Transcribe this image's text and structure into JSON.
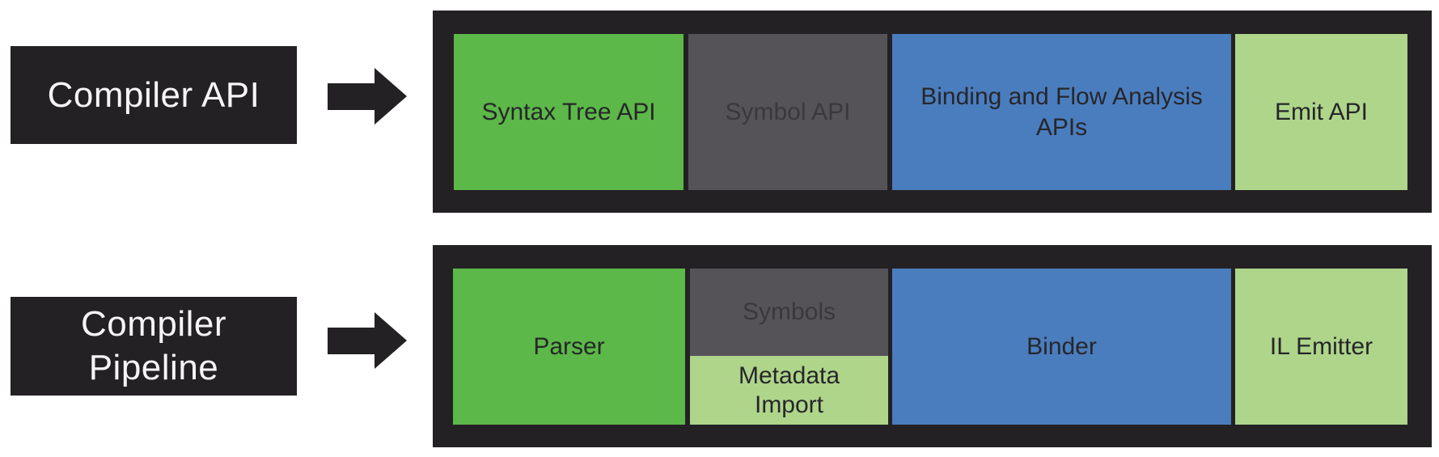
{
  "colors": {
    "dark": "#242124",
    "green": "#5CB848",
    "gray": "#565358",
    "blue": "#4A7DBE",
    "light_green": "#AED58A",
    "text_dark": "#26262A",
    "text_on_gray": "#3A383D",
    "label_text": "#F5F5F5",
    "background": "#FFFFFF"
  },
  "icons": {
    "arrow": "right-block-arrow-icon"
  },
  "rows": [
    {
      "label": "Compiler API",
      "boxes": [
        {
          "label": "Syntax Tree API",
          "color": "green"
        },
        {
          "label": "Symbol API",
          "color": "gray"
        },
        {
          "label": "Binding and Flow Analysis\nAPIs",
          "color": "blue"
        },
        {
          "label": "Emit API",
          "color": "light_green"
        }
      ]
    },
    {
      "label": "Compiler\nPipeline",
      "boxes": [
        {
          "label": "Parser",
          "color": "green"
        },
        {
          "label": "Symbols",
          "color": "gray"
        },
        {
          "label": "Metadata\nImport",
          "color": "light_green"
        },
        {
          "label": "Binder",
          "color": "blue"
        },
        {
          "label": "IL Emitter",
          "color": "light_green"
        }
      ]
    }
  ]
}
